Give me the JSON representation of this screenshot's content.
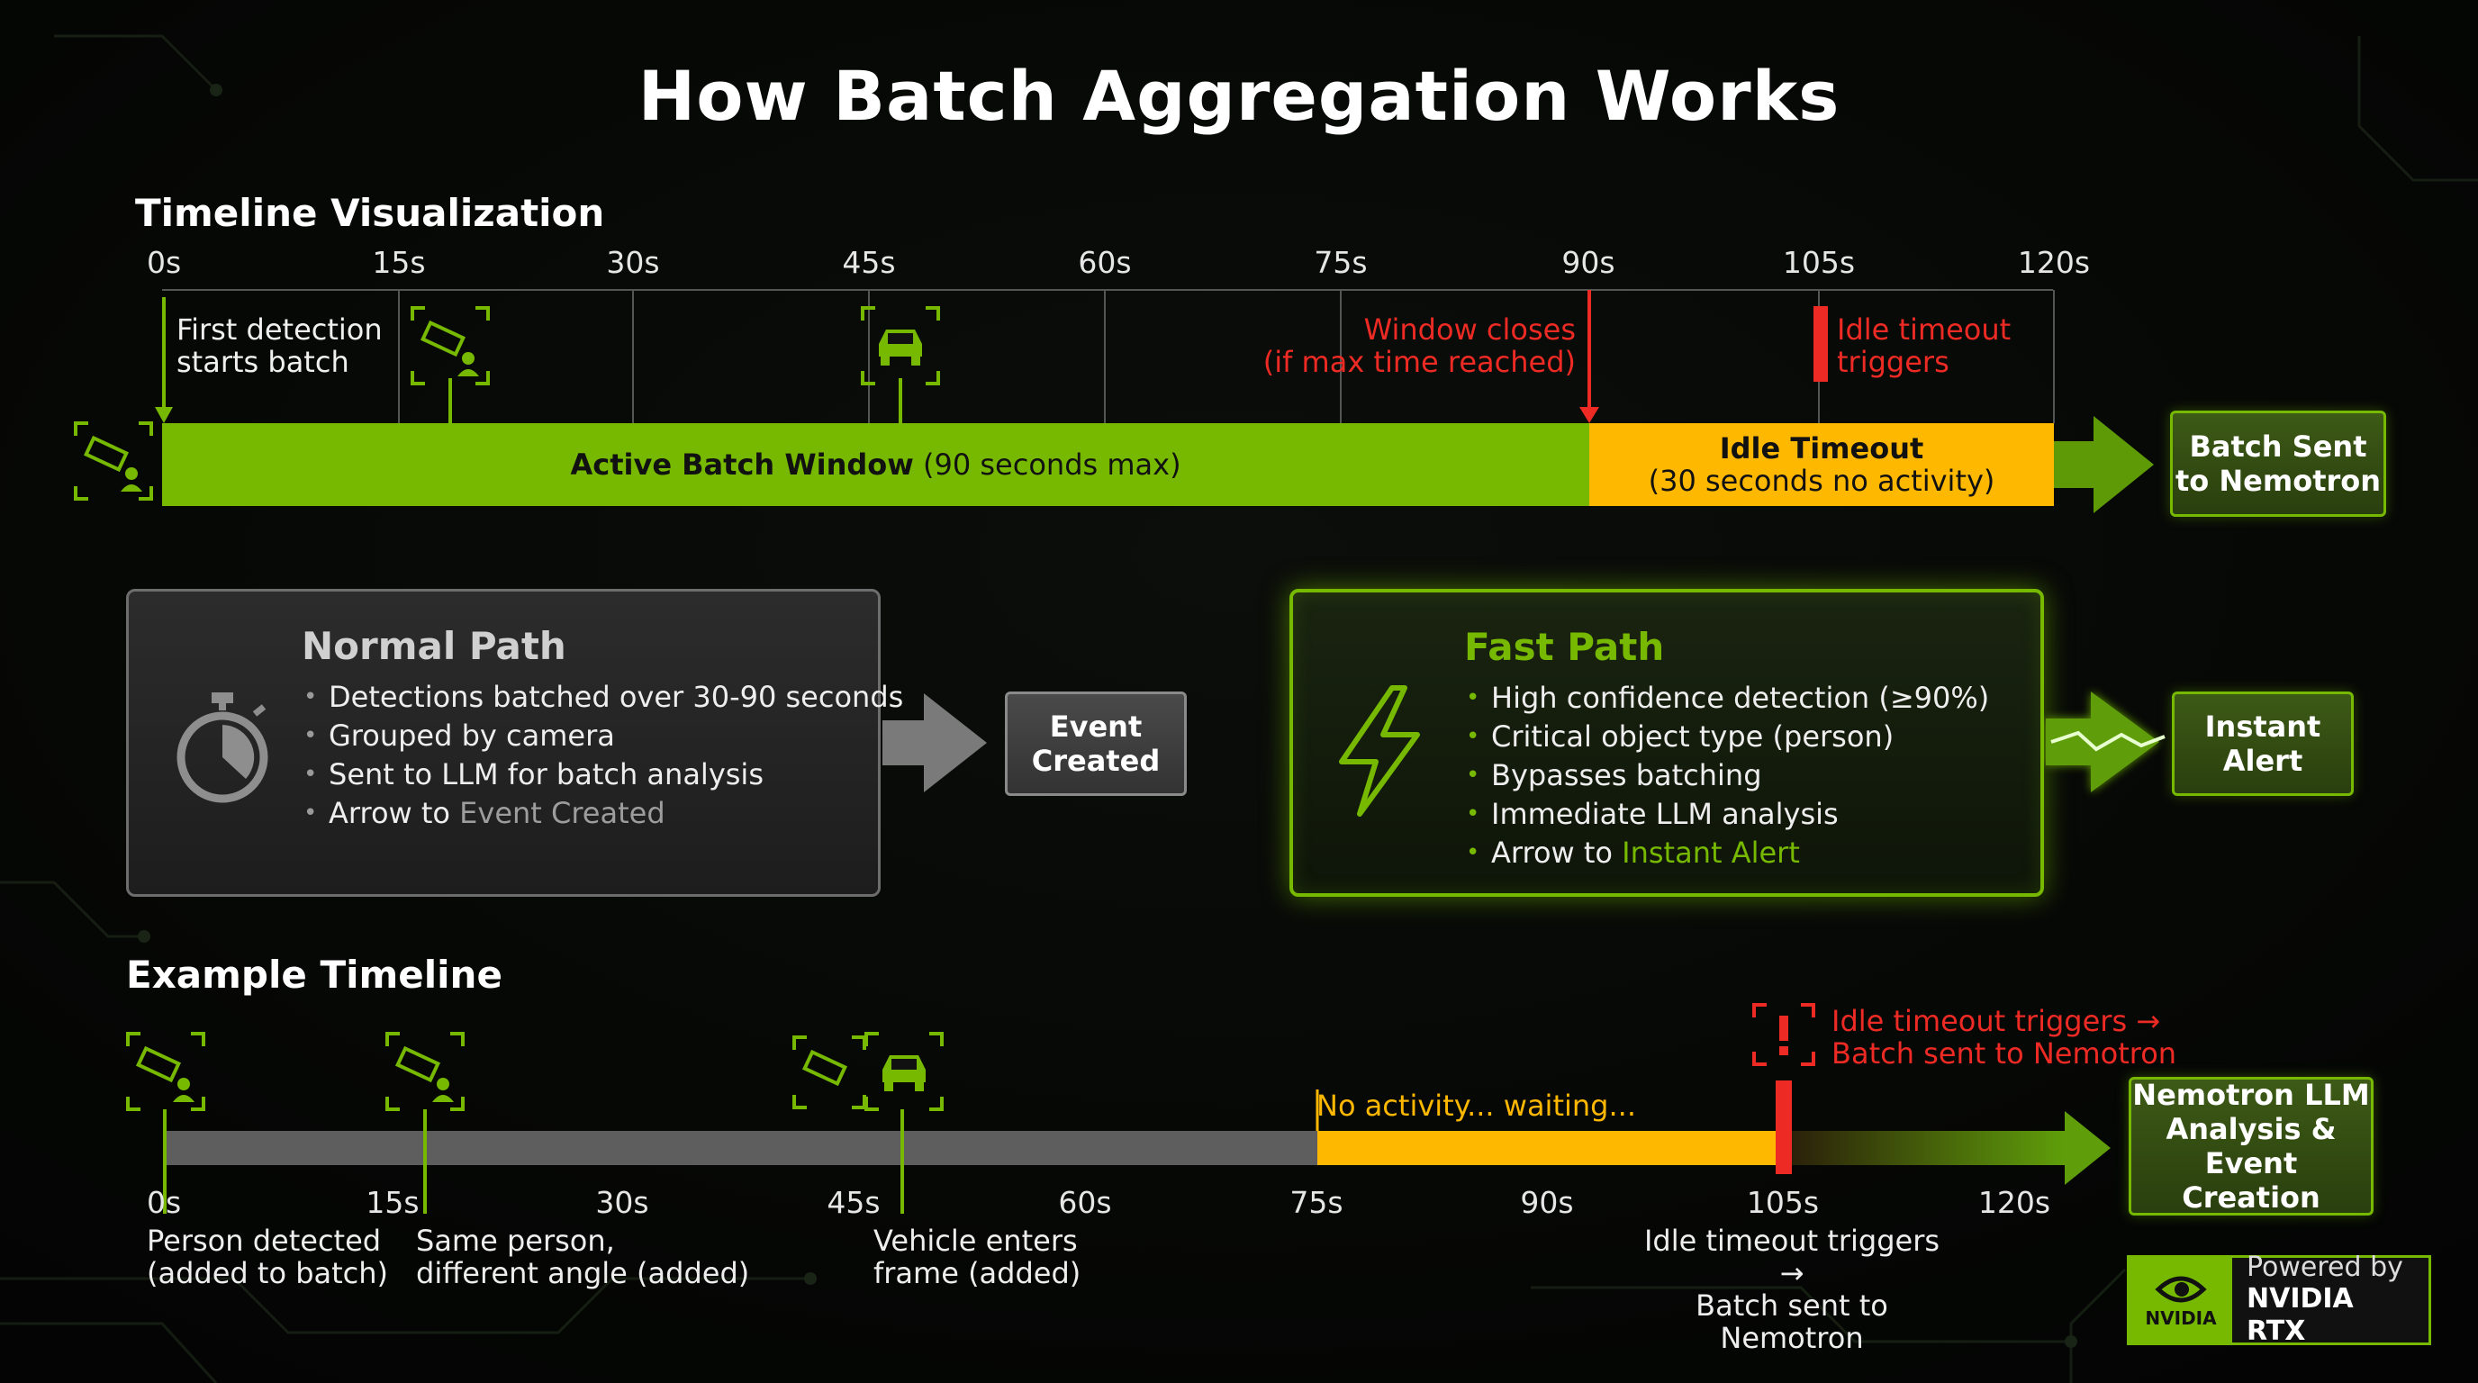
{
  "title": "How Batch Aggregation Works",
  "timeline": {
    "heading": "Timeline Visualization",
    "ticks": [
      "0s",
      "15s",
      "30s",
      "45s",
      "60s",
      "75s",
      "90s",
      "105s",
      "120s"
    ],
    "first_detection": "First detection\nstarts batch",
    "window_closes": "Window closes\n(if max time reached)",
    "idle_triggers": "Idle timeout\ntriggers",
    "active_bold": "Active Batch Window",
    "active_rest": " (90 seconds max)",
    "idle_title": "Idle Timeout",
    "idle_sub": "(30 seconds no activity)",
    "batch_sent": "Batch Sent\nto Nemotron"
  },
  "normal_path": {
    "title": "Normal Path",
    "bullets": [
      "Detections batched over 30-90 seconds",
      "Grouped by camera",
      "Sent to LLM for batch analysis"
    ],
    "last_prefix": "Arrow to ",
    "last_highlight": "Event Created",
    "result": "Event\nCreated"
  },
  "fast_path": {
    "title": "Fast Path",
    "bullets": [
      "High confidence detection (≥90%)",
      "Critical object type (person)",
      "Bypasses batching",
      "Immediate LLM analysis"
    ],
    "last_prefix": "Arrow to ",
    "last_highlight": "Instant Alert",
    "result": "Instant\nAlert"
  },
  "example": {
    "heading": "Example Timeline",
    "ticks": [
      "0s",
      "15s",
      "30s",
      "45s",
      "60s",
      "75s",
      "90s",
      "105s",
      "120s"
    ],
    "no_activity": "No activity... waiting...",
    "idle_note": "Idle timeout triggers →\nBatch sent to Nemotron",
    "labels": {
      "person": "Person detected\n(added to batch)",
      "same": "Same person,\ndifferent angle (added)",
      "vehicle": "Vehicle enters\nframe (added)",
      "idle": "Idle timeout triggers →\nBatch sent to Nemotron"
    },
    "result": "Nemotron LLM\nAnalysis &\nEvent Creation"
  },
  "badge": {
    "brand": "NVIDIA",
    "line1": "Powered by",
    "line2": "NVIDIA RTX"
  },
  "colors": {
    "accent_green": "#76b900",
    "idle_yellow": "#ffb800",
    "alert_red": "#ee2a24",
    "neutral_gray": "#6a6a6a"
  }
}
